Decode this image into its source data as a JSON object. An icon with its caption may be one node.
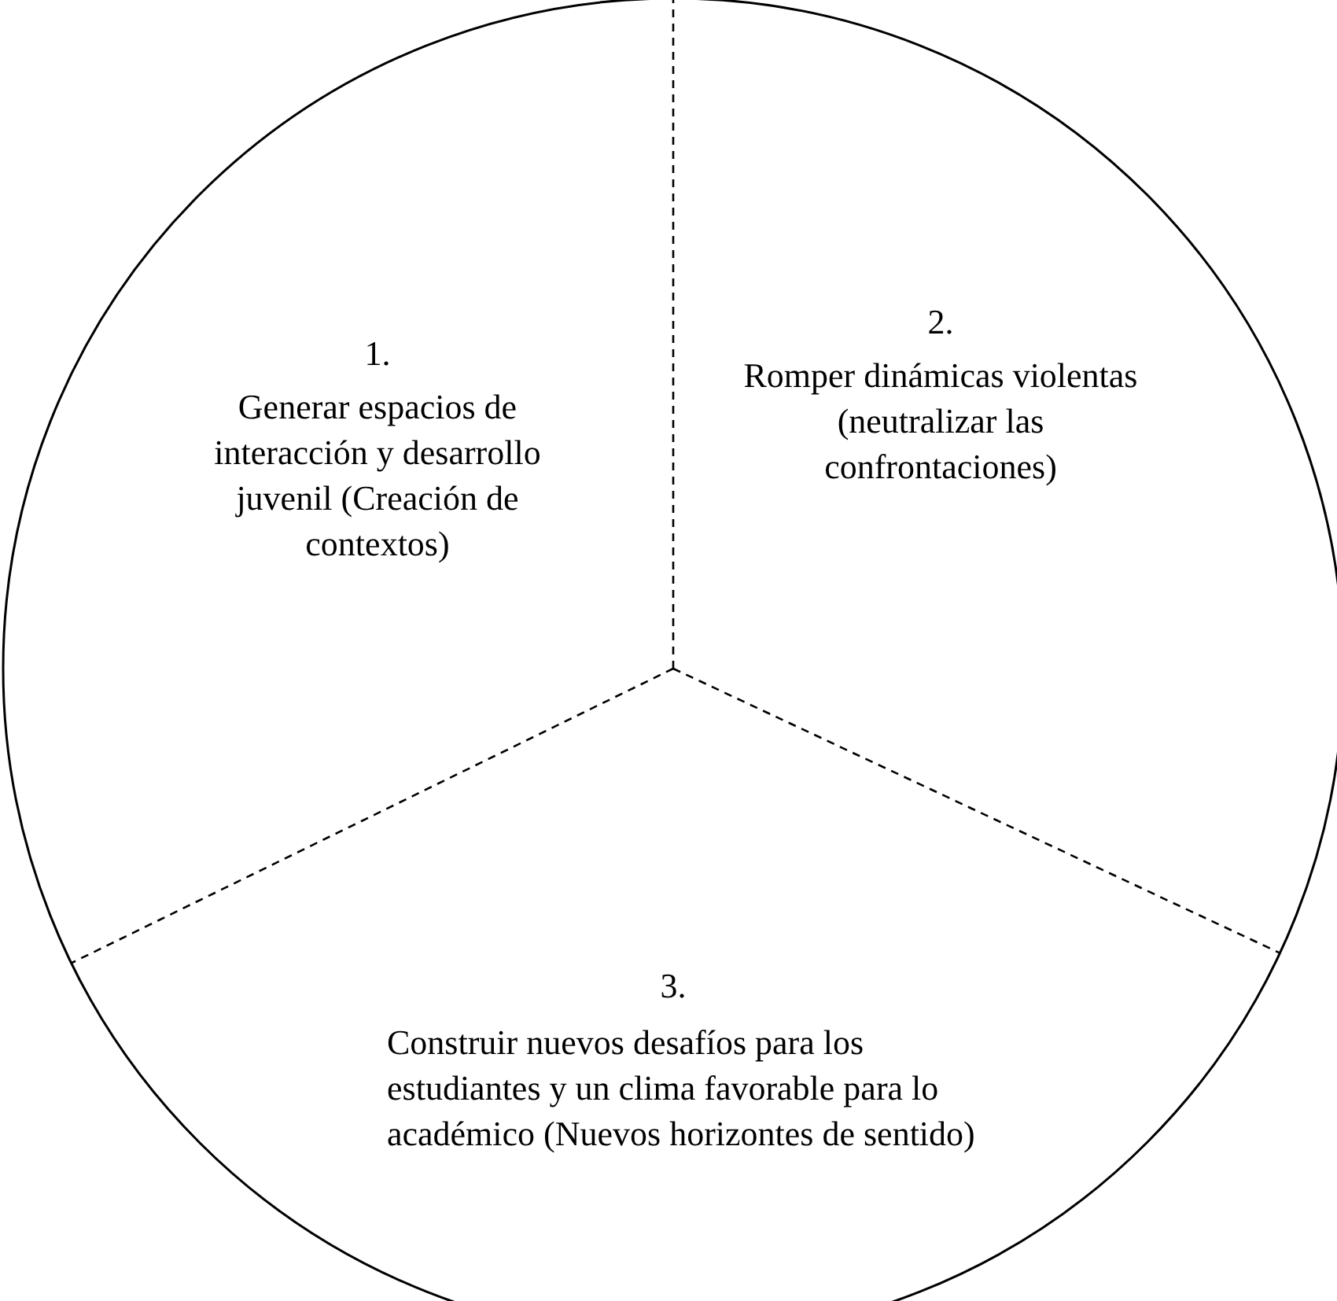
{
  "diagram": {
    "nodes": [
      {
        "text": [
          "1.",
          "Generar espacios de interacción y desarrollo juvenil (Creación de contextos)"
        ]
      },
      {
        "text": [
          "2.",
          "Romper dinámicas violentas (neutralizar las confrontaciones)"
        ]
      },
      {
        "text": [
          "3.",
          "Construir nuevos desafíos para los estudiantes y un clima favorable para lo académico (Nuevos horizontes de sentido)"
        ]
      }
    ]
  }
}
